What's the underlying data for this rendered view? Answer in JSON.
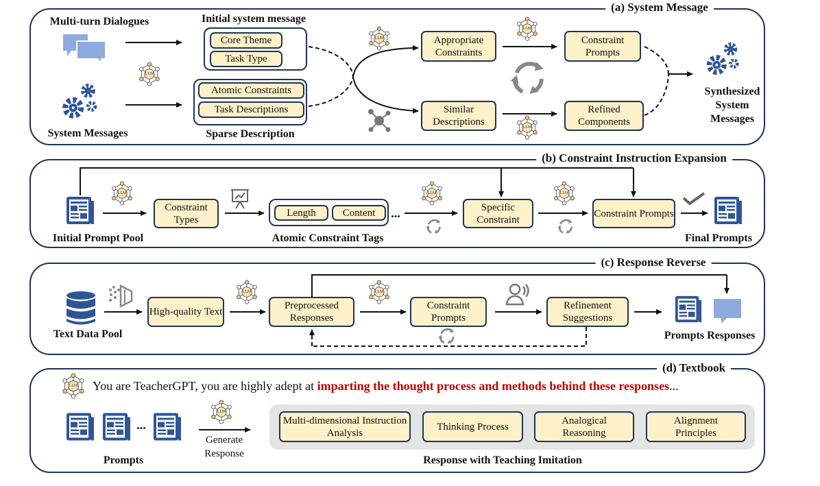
{
  "panel_a": {
    "title": "(a) System Message",
    "multi_turn": "Multi-turn Dialogues",
    "system_messages": "System Messages",
    "initial_label": "Initial system message",
    "core_theme": "Core Theme",
    "task_type": "Task Type",
    "atomic_constraints": "Atomic Constraints",
    "task_descriptions": "Task Descriptions",
    "sparse_label": "Sparse Description",
    "appropriate": "Appropriate Constraints",
    "similar": "Similar Descriptions",
    "constraint_prompts": "Constraint Prompts",
    "refined": "Refined Components",
    "synthesized": "Synthesized System Messages"
  },
  "panel_b": {
    "title": "(b) Constraint Instruction Expansion",
    "initial_pool": "Initial Prompt Pool",
    "constraint_types": "Constraint Types",
    "length": "Length",
    "content": "Content",
    "ellipsis": "...",
    "tags_label": "Atomic Constraint Tags",
    "specific": "Specific Constraint",
    "constraint_prompts": "Constraint Prompts",
    "final": "Final Prompts"
  },
  "panel_c": {
    "title": "(c) Response Reverse",
    "text_pool": "Text Data Pool",
    "high_quality": "High-quality Text",
    "preprocessed": "Preprocessed Responses",
    "constraint_prompts": "Constraint Prompts",
    "refinement": "Refinement Suggestions",
    "prompts_responses": "Prompts Responses"
  },
  "panel_d": {
    "title": "(d) Textbook",
    "sentence_plain": "You are TeacherGPT, you are highly adept at ",
    "sentence_highlight": "imparting the thought process and methods behind these responses",
    "sentence_end": "...",
    "ellipsis": "...",
    "prompts": "Prompts",
    "generate": "Generate Response",
    "items": [
      "Multi-dimensional Instruction Analysis",
      "Thinking Process",
      "Analogical Reasoning",
      "Alignment Principles"
    ],
    "response_label": "Response with Teaching Imitation"
  },
  "icon_llm_text": "LLM",
  "colors": {
    "border": "#1f3358",
    "box_fill": "#fdf1c9",
    "icon_blue": "#2f5597",
    "light_blue": "#8faadc",
    "highlight": "#c00000"
  }
}
